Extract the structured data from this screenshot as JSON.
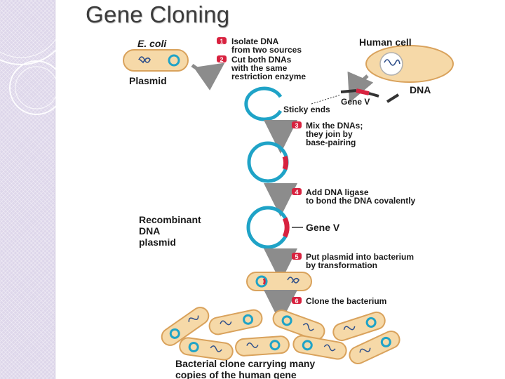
{
  "slide": {
    "title": "Gene Cloning"
  },
  "diagram": {
    "source_labels": {
      "ecoli": "E. coli",
      "plasmid": "Plasmid",
      "human_cell": "Human cell",
      "dna": "DNA",
      "gene_v": "Gene V",
      "sticky_ends": "Sticky ends",
      "recombinant_1": "Recombinant",
      "recombinant_2": "DNA",
      "recombinant_3": "plasmid",
      "gene_v_final": "Gene V",
      "result_1": "Bacterial clone carrying many",
      "result_2": "copies of the human gene"
    },
    "steps": [
      {
        "num": "1",
        "line1": "Isolate DNA",
        "line2": "from two sources",
        "line3": ""
      },
      {
        "num": "2",
        "line1": "Cut both DNAs",
        "line2": "with the same",
        "line3": "restriction enzyme"
      },
      {
        "num": "3",
        "line1": "Mix the DNAs;",
        "line2": "they join by",
        "line3": "base-pairing"
      },
      {
        "num": "4",
        "line1": "Add DNA ligase",
        "line2": "to bond the DNA covalently",
        "line3": ""
      },
      {
        "num": "5",
        "line1": "Put plasmid into bacterium",
        "line2": "by transformation",
        "line3": ""
      },
      {
        "num": "6",
        "line1": "Clone the bacterium",
        "line2": "",
        "line3": ""
      }
    ],
    "colors": {
      "plasmid": "#1fa3c7",
      "gene": "#d8223f",
      "cell": "#f6d9a8",
      "cell_border": "#d9a25c",
      "step_badge": "#d8223f",
      "arrow": "#8c8c8c",
      "dna_strand": "#333333"
    }
  }
}
